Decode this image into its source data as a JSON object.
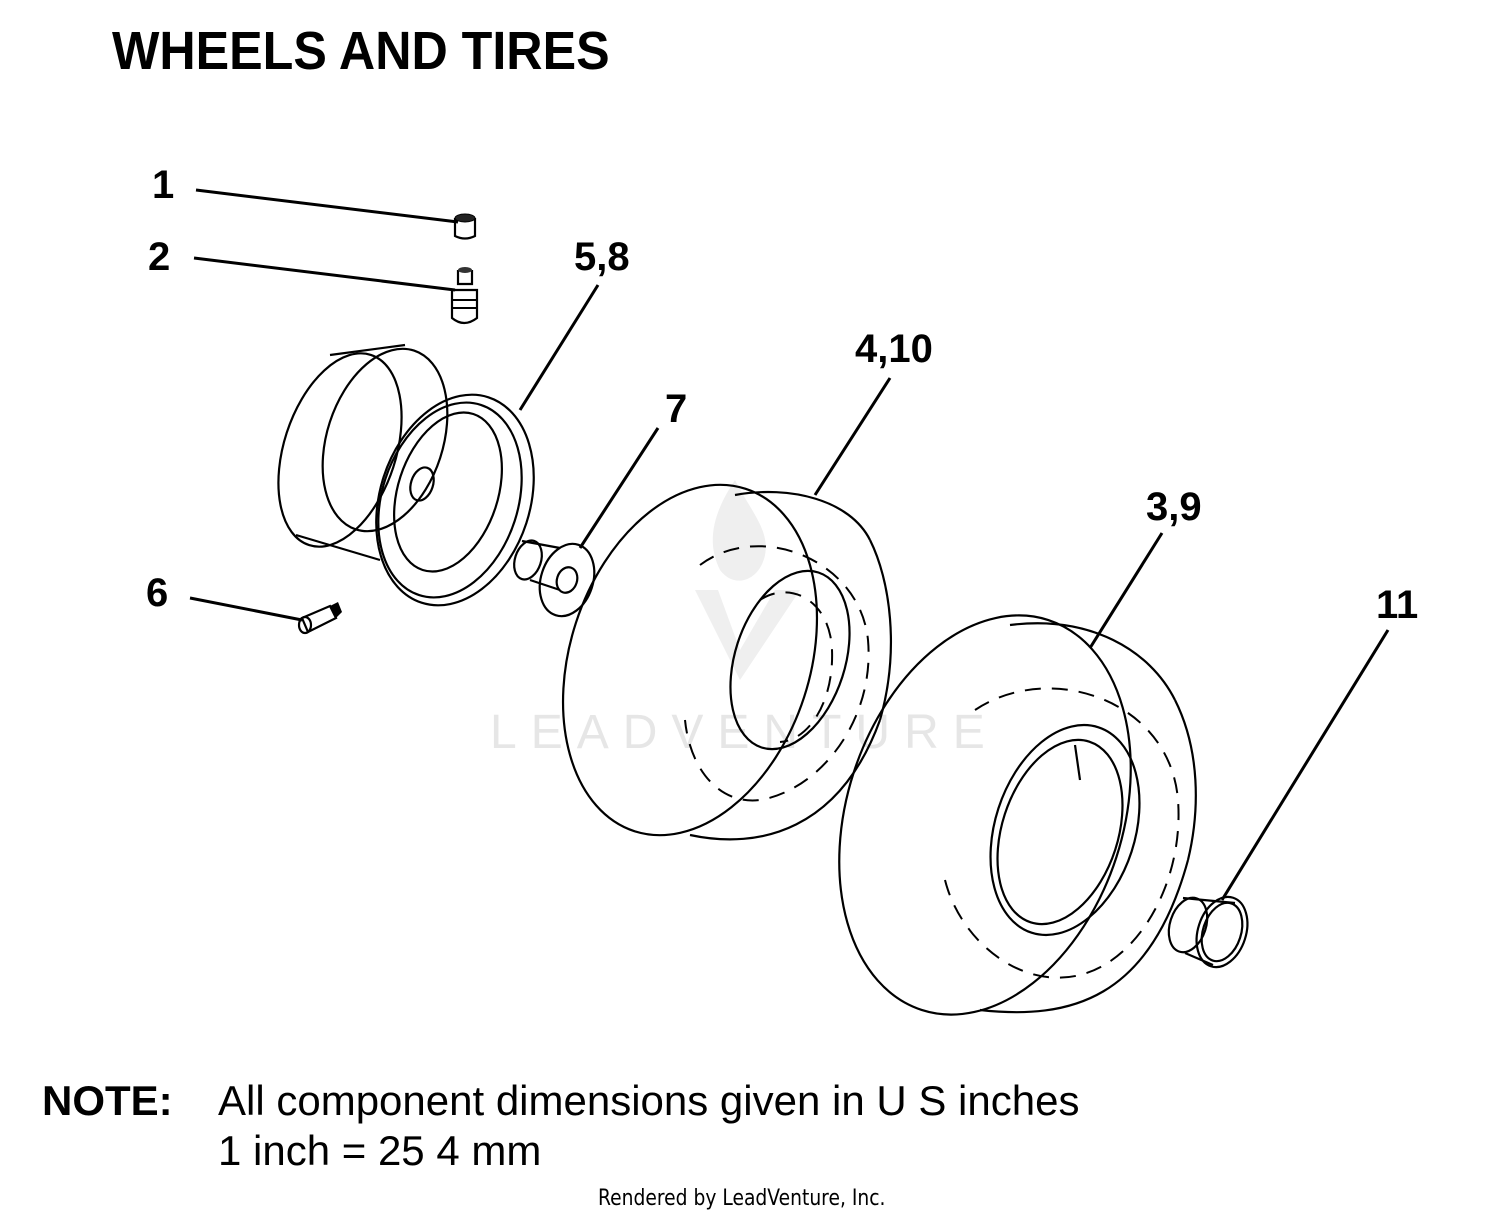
{
  "title": "WHEELS AND TIRES",
  "callouts": {
    "c1": "1",
    "c2": "2",
    "c58": "5,8",
    "c410": "4,10",
    "c7": "7",
    "c39": "3,9",
    "c11": "11",
    "c6": "6"
  },
  "watermark": "LEADVENTURE",
  "note": {
    "label": "NOTE:",
    "line1": "All component dimensions given in U S  inches",
    "line2": "1 inch = 25 4 mm"
  },
  "credit": "Rendered by LeadVenture, Inc."
}
